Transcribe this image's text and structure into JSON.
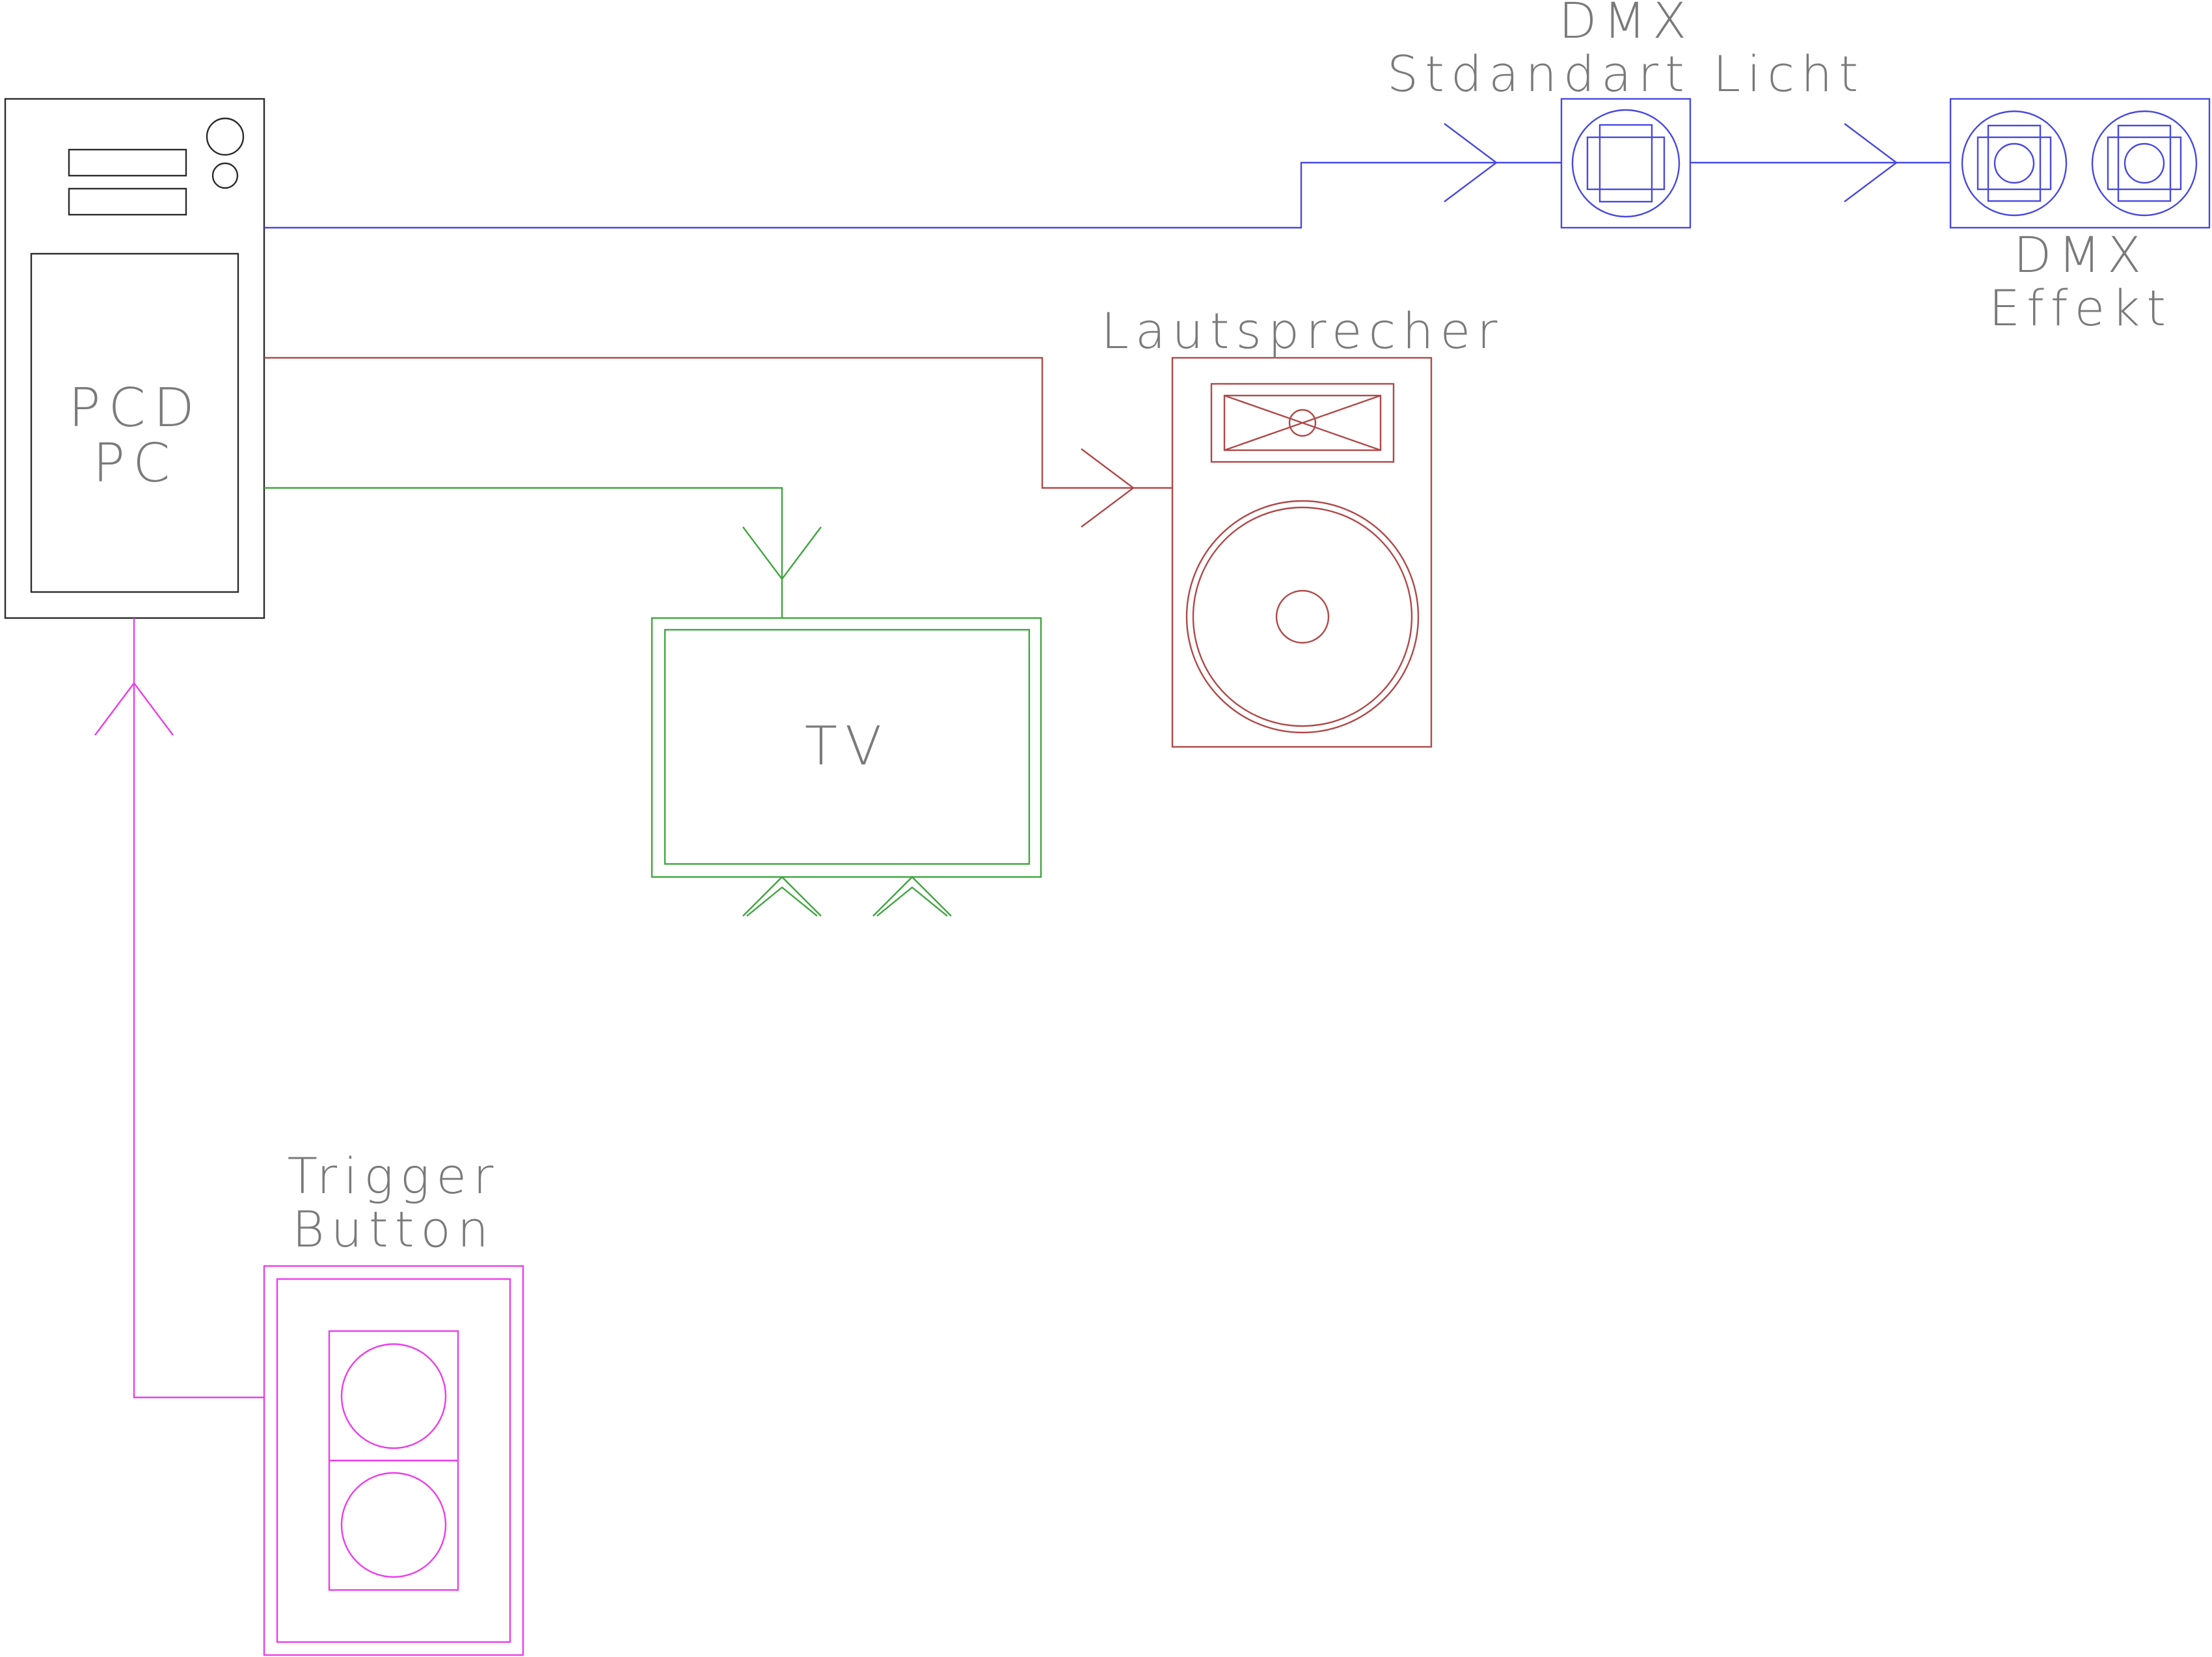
{
  "labels": {
    "pc_line1": "PCD",
    "pc_line2": "PC",
    "dmx_standard_line1": "DMX",
    "dmx_standard_line2": "Stdandart Licht",
    "dmx_effect_line1": "DMX",
    "dmx_effect_line2": "Effekt",
    "speaker": "Lautsprecher",
    "tv": "TV",
    "trigger_line1": "Trigger",
    "trigger_line2": "Button"
  },
  "colors": {
    "pc": "#2a2a2a",
    "dmx": "#4848e0",
    "speaker": "#b04848",
    "tv": "#3ea63e",
    "trigger": "#ec3cec",
    "label_text": "#7a7a7a",
    "background": "#ffffff"
  }
}
